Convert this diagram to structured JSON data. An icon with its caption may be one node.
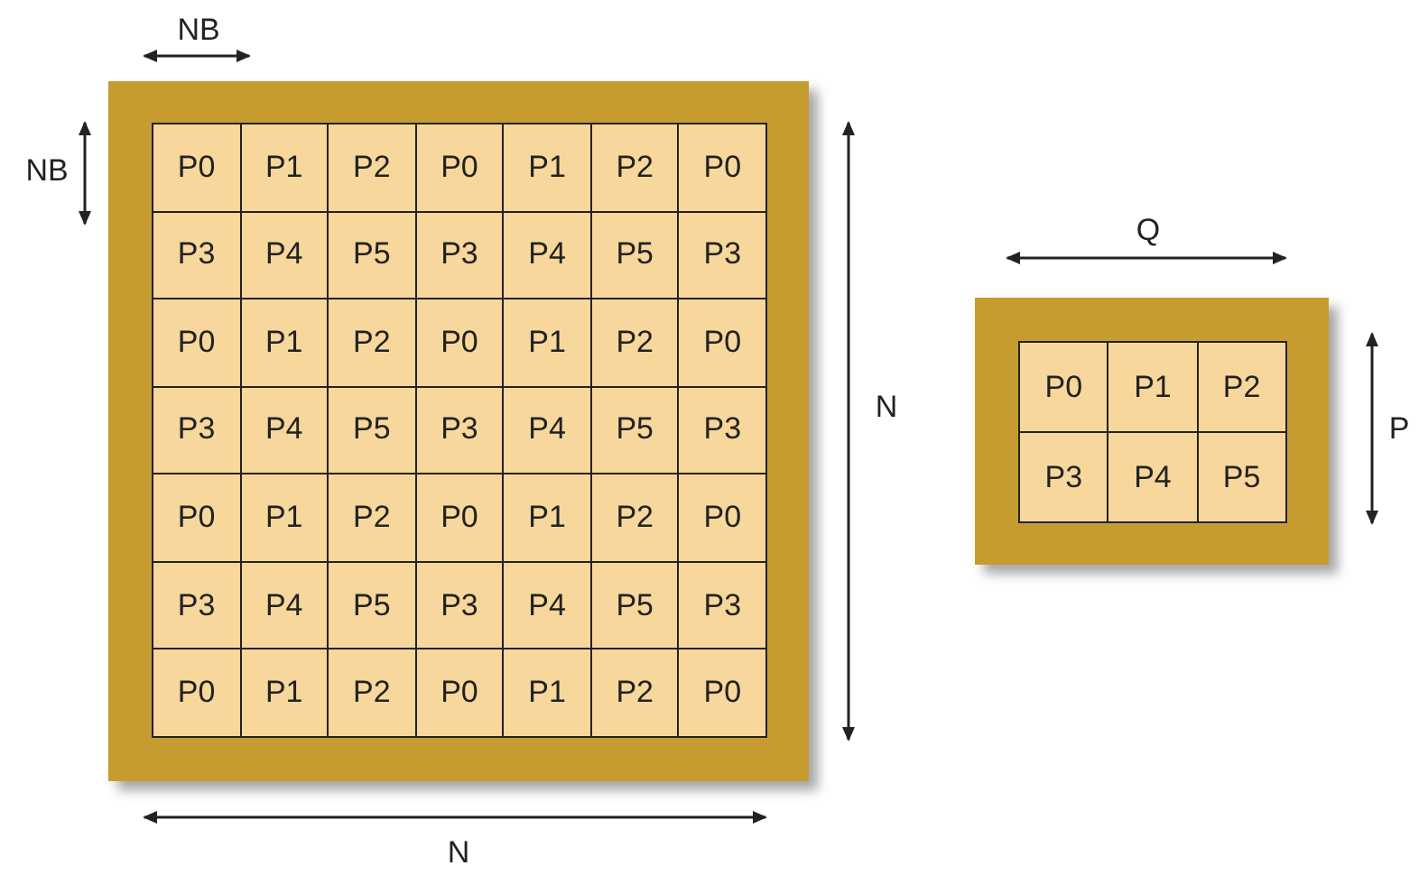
{
  "diagram": {
    "labels": [
      "NB",
      "NB",
      "P0",
      "P1",
      "P2",
      "P0",
      "P1",
      "P2",
      "P0",
      "P3",
      "P4",
      "P5",
      "P3",
      "P4",
      "P5",
      "P3",
      "P0",
      "P1",
      "P2",
      "P0",
      "P1",
      "P2",
      "P0",
      "P3",
      "P4",
      "P5",
      "P3",
      "P4",
      "P5",
      "P3",
      "P0",
      "P1",
      "P2",
      "P0",
      "P1",
      "P2",
      "P0",
      "P3",
      "P4",
      "P5",
      "P3",
      "P4",
      "P5",
      "P3",
      "P0",
      "P1",
      "P2",
      "P0",
      "P1",
      "P2",
      "P0",
      "N",
      "Q",
      "P0",
      "P1",
      "P2",
      "P3",
      "P4",
      "P5",
      "P",
      "N"
    ]
  }
}
